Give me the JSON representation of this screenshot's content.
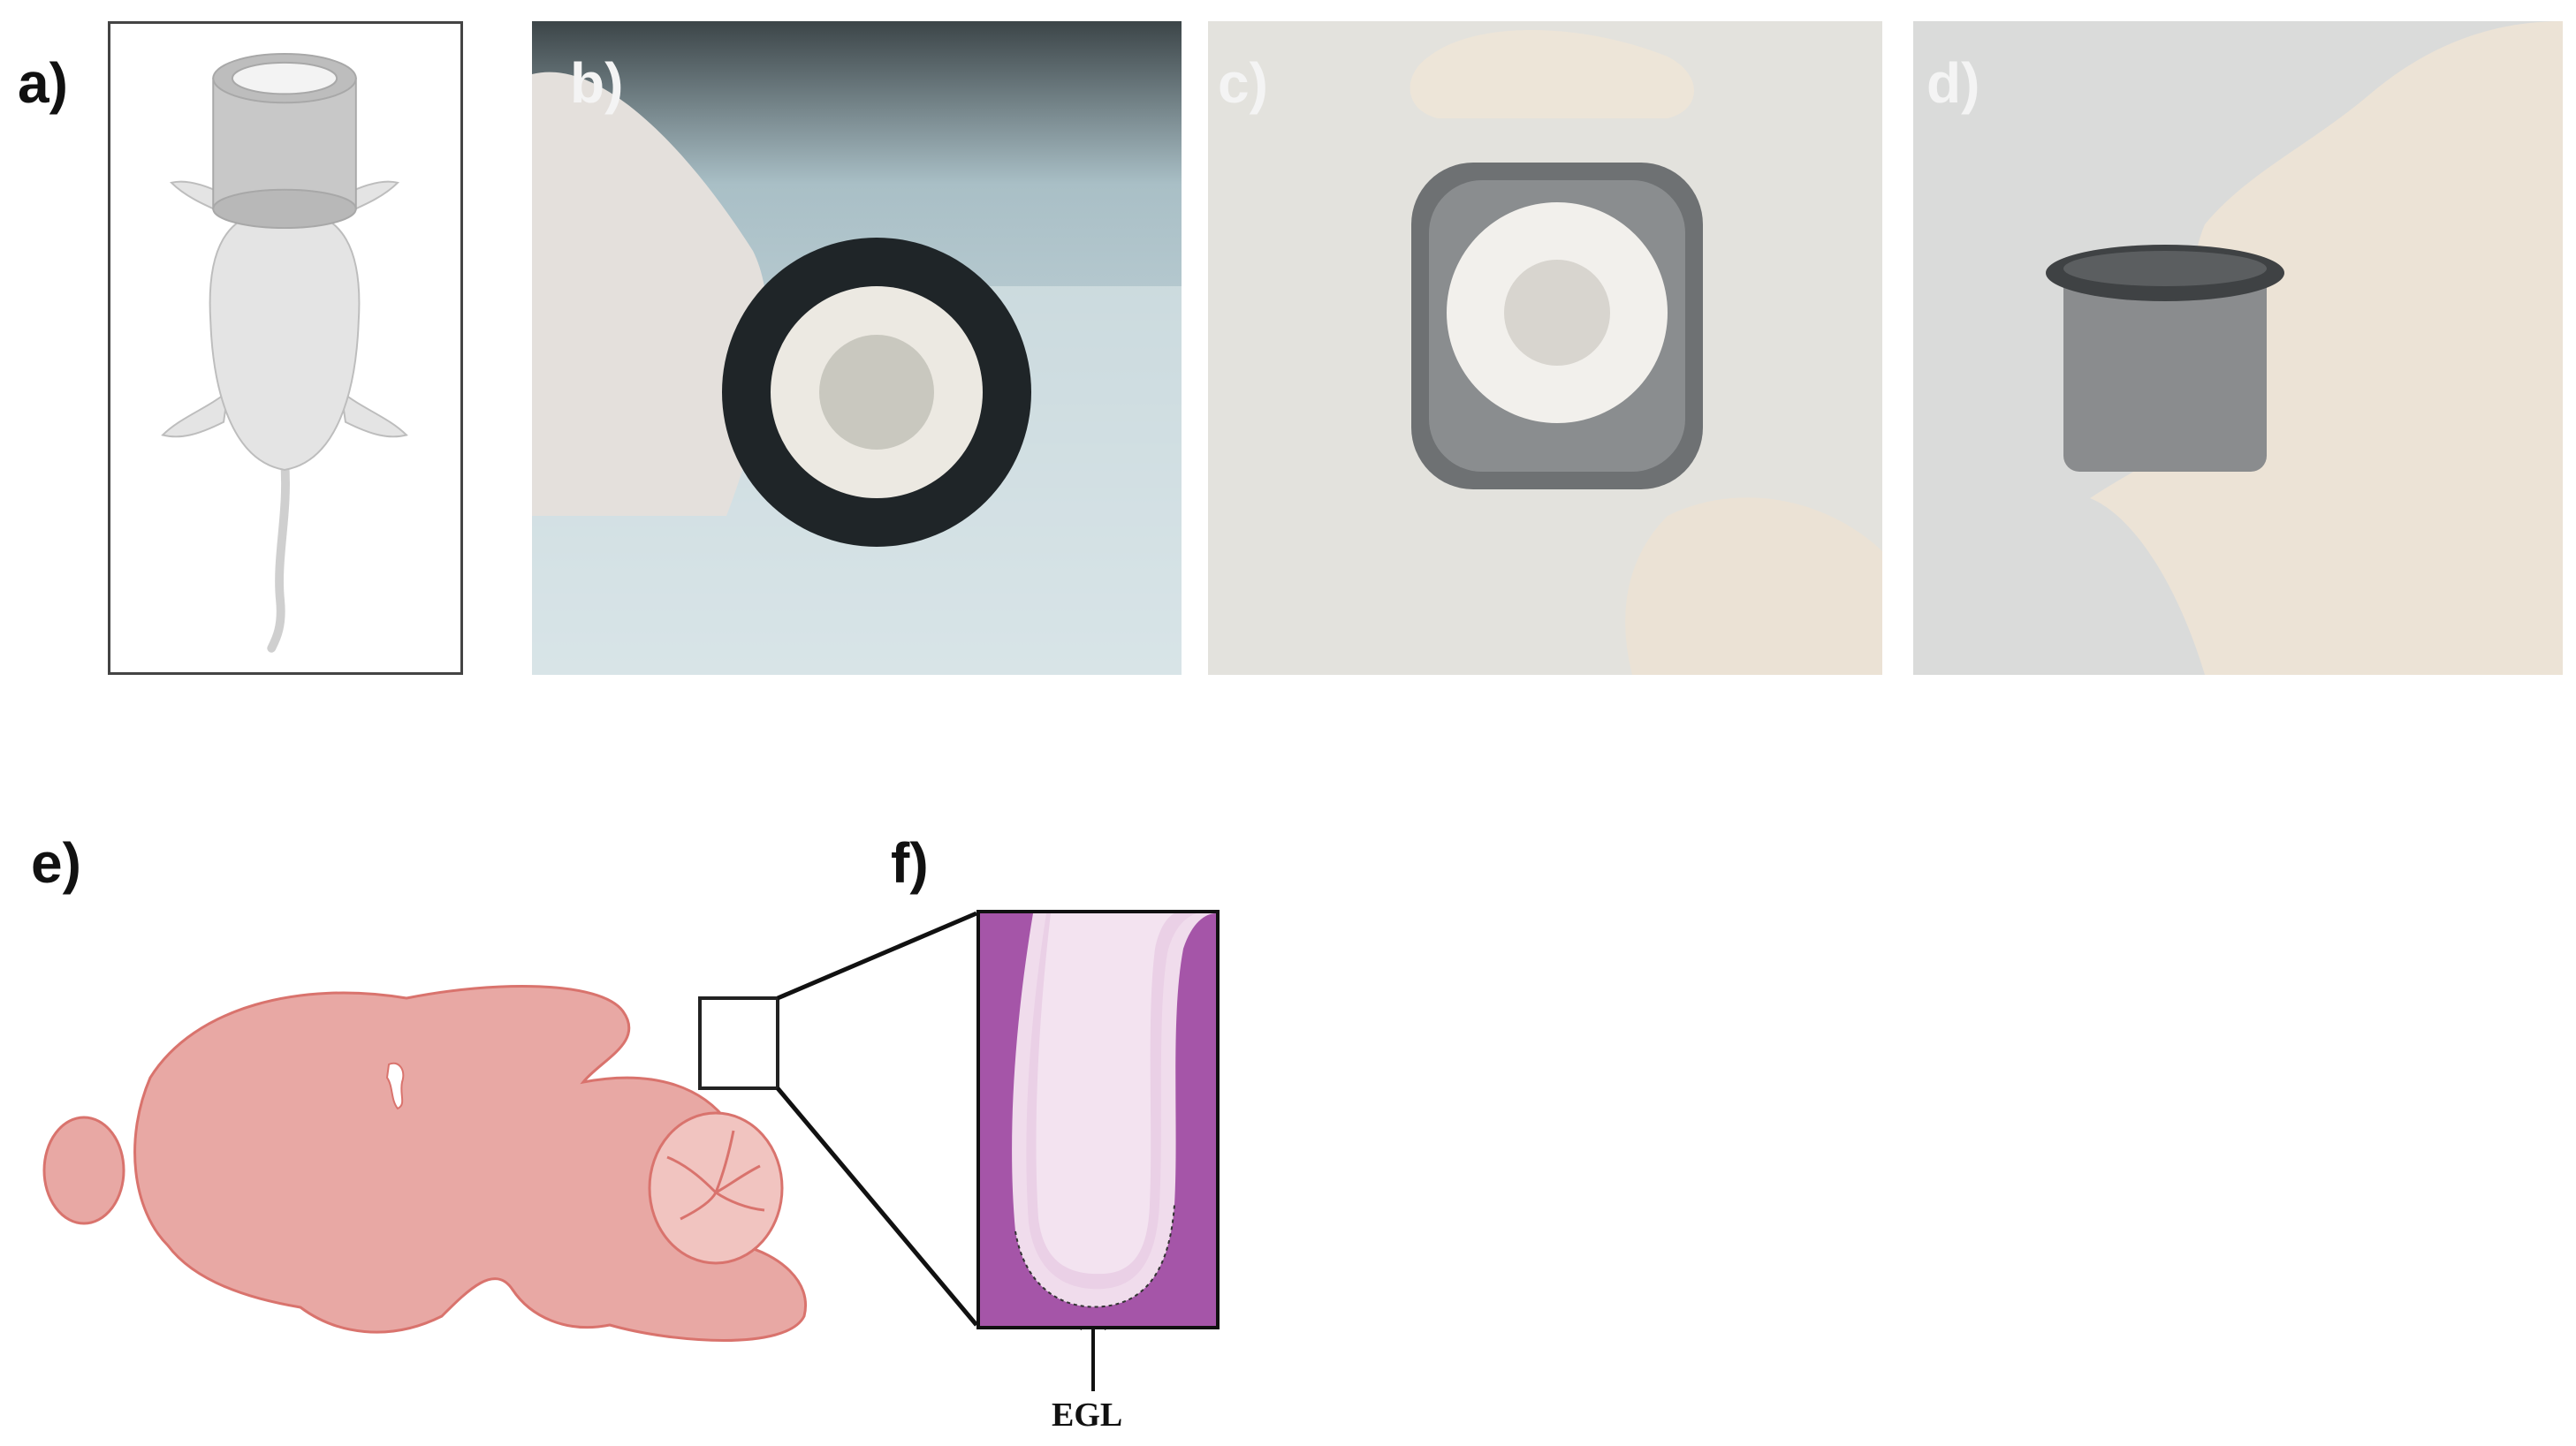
{
  "panels": {
    "a": {
      "label": "a)"
    },
    "b": {
      "label": "b)"
    },
    "c": {
      "label": "c)"
    },
    "d": {
      "label": "d)"
    },
    "e": {
      "label": "e)"
    },
    "f": {
      "label": "f)",
      "annotation": "EGL"
    }
  },
  "colors": {
    "brain_fill": "#e8a8a4",
    "brain_stroke": "#d9736d",
    "mouse_fill": "#e4e4e4",
    "cylinder_fill": "#c8c8c8",
    "histology_purple": "#9a4aa0",
    "glove": "#e9dfd3"
  }
}
